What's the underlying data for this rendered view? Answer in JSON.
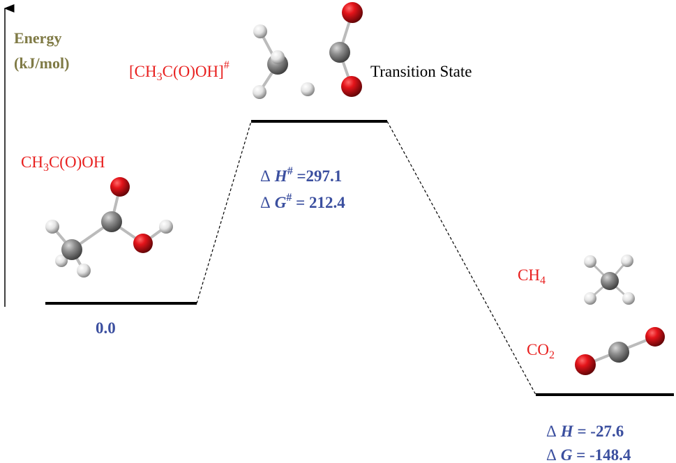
{
  "axis": {
    "title_line1": "Energy",
    "title_line2": "(kJ/mol)"
  },
  "reactant": {
    "label": {
      "a": "CH",
      "sub": "3",
      "b": "C(O)OH"
    },
    "energy": "0.0"
  },
  "transition_state": {
    "label": {
      "a": "[CH",
      "sub": "3",
      "b": "C(O)OH]",
      "sup": "#"
    },
    "caption": "Transition State",
    "dH": {
      "delta": "Δ",
      "sym": "H",
      "sup": "#",
      "eq": " =297.1"
    },
    "dG": {
      "delta": "Δ",
      "sym": "G",
      "sup": "#",
      "eq": " = 212.4"
    }
  },
  "products": {
    "ch4": {
      "a": "CH",
      "sub": "4"
    },
    "co2": {
      "a": "CO",
      "sub": "2"
    },
    "dH": {
      "delta": "Δ",
      "sym": "H",
      "eq": " = -27.6"
    },
    "dG": {
      "delta": "Δ",
      "sym": "G",
      "eq": " = -148.4"
    }
  },
  "colors": {
    "label": "#e8201f",
    "value": "#3b4f9f",
    "axis": "#7f7a45",
    "oxygen": "#e0141a",
    "carbon": "#8a8a8a",
    "hydrogen": "#e8e8e8"
  }
}
